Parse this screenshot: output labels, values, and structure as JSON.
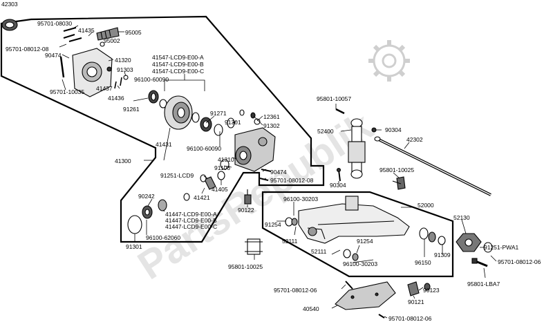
{
  "watermark": {
    "text": "PartsRepublik",
    "color": "#cfcfcf"
  },
  "part_labels": [
    "42303",
    "95701-08030",
    "41435",
    "95005",
    "95002",
    "95701-08012-08",
    "90474",
    "41320",
    "95701-10035",
    "41437",
    "91303",
    "41436",
    "41547-LCD9-E00-A",
    "41547-LCD9-E00-B",
    "41547-LCD9-E00-C",
    "96100-60090",
    "91261",
    "91271",
    "12361",
    "91302",
    "91301",
    "41431",
    "96100-60090",
    "41300",
    "41310",
    "91106",
    "91251-LCD9",
    "90474",
    "95701-08012-08",
    "41405",
    "41421",
    "90242",
    "41447-LCD9-E00-A",
    "41447-LCD9-E00-B",
    "41447-LCD9-E00-C",
    "96100-62060",
    "91301",
    "95801-10057",
    "52400",
    "90304",
    "42302",
    "95801-10025",
    "90304",
    "90122",
    "96100-30203",
    "52000",
    "91254",
    "52111",
    "52111",
    "91254",
    "96100-30203",
    "52130",
    "91251-PWA1",
    "95701-08012-06",
    "96150",
    "91309",
    "95801-LBA7",
    "95801-10025",
    "95701-08012-06",
    "90123",
    "90121",
    "40540",
    "95701-08012-06"
  ]
}
